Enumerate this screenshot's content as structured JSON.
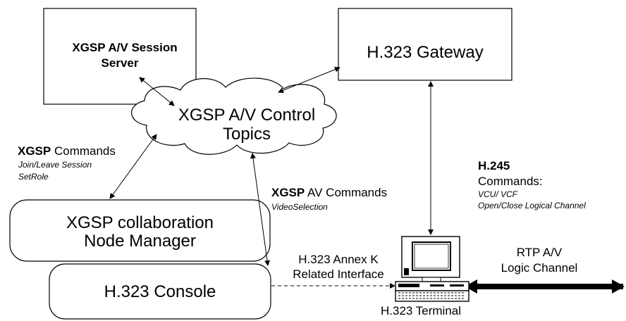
{
  "nodes": {
    "session_server": {
      "line1": "XGSP A/V Session",
      "line2": "Server"
    },
    "gateway": {
      "label": "H.323 Gateway"
    },
    "control_topics": {
      "line1": "XGSP A/V Control",
      "line2": "Topics"
    },
    "node_manager": {
      "line1": "XGSP collaboration",
      "line2": "Node Manager"
    },
    "console": {
      "label": "H.323 Console"
    },
    "terminal": {
      "label": "H.323 Terminal"
    }
  },
  "annotations": {
    "xgsp_commands": {
      "bold": "XGSP",
      "rest": " Commands",
      "items": [
        "Join/Leave Session",
        "SetRole"
      ]
    },
    "xgsp_av_commands": {
      "bold": "XGSP",
      "rest": " AV Commands",
      "items": [
        "VideoSelection"
      ]
    },
    "h245": {
      "bold": "H.245",
      "line2": "Commands:",
      "items": [
        "VCU/ VCF",
        "Open/Close Logical Channel"
      ]
    },
    "annex_k": {
      "line1": "H.323 Annex K",
      "line2": "Related Interface"
    },
    "rtp": {
      "line1": "RTP A/V",
      "line2": "Logic Channel"
    }
  },
  "colors": {
    "stroke": "#000000",
    "background": "#ffffff"
  }
}
